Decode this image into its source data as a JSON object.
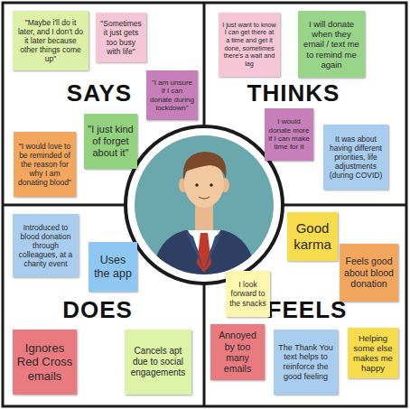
{
  "diagram": {
    "nodes": [
      {
        "text": [
          "SAYS"
        ]
      },
      {
        "text": [
          "\"Maybe i'll do it later, and I don't do it later because other things come up\""
        ],
        "in": 0
      },
      {
        "text": [
          "\"Sometimes it just gets too busy with life\""
        ],
        "in": 0
      },
      {
        "text": [
          "\"I am unsure if I can donate during lockdown\""
        ],
        "in": 0
      },
      {
        "text": [
          "\"I would love to be reminded of the reason for why I am donating blood\""
        ],
        "in": 0
      },
      {
        "text": [
          "\"I just kind of forget about it\""
        ],
        "in": 0
      },
      {
        "text": [
          "THINKS"
        ]
      },
      {
        "text": [
          "I just want to know I can get there at a time and get it done, sometimes there's a wait and lag"
        ],
        "in": 6
      },
      {
        "text": [
          "I will donate when they email / text me to remind me again"
        ],
        "in": 6
      },
      {
        "text": [
          "I would donate more if I can make time for it"
        ],
        "in": 6
      },
      {
        "text": [
          "It was about having different priorities, life adjustments (during COVID)"
        ],
        "in": 6
      },
      {
        "text": [
          "DOES"
        ]
      },
      {
        "text": [
          "Introduced to blood donation through colleagues, at a charity event"
        ],
        "in": 11
      },
      {
        "text": [
          "Uses the app"
        ],
        "in": 11
      },
      {
        "text": [
          "Ignores Red Cross emails"
        ],
        "in": 11
      },
      {
        "text": [
          "Cancels apt due to social engagements"
        ],
        "in": 11
      },
      {
        "text": [
          "FEELS"
        ]
      },
      {
        "text": [
          "Good karma"
        ],
        "in": 16
      },
      {
        "text": [
          "Feels good about blood donation"
        ],
        "in": 16
      },
      {
        "text": [
          "I look forward to the snacks"
        ],
        "in": 16
      },
      {
        "text": [
          "Annoyed by too many emails"
        ],
        "in": 16
      },
      {
        "text": [
          "The Thank You text helps to reinforce the good feeling"
        ],
        "in": 16
      },
      {
        "text": [
          "Helping some else makes me happy"
        ],
        "in": 16
      }
    ]
  }
}
